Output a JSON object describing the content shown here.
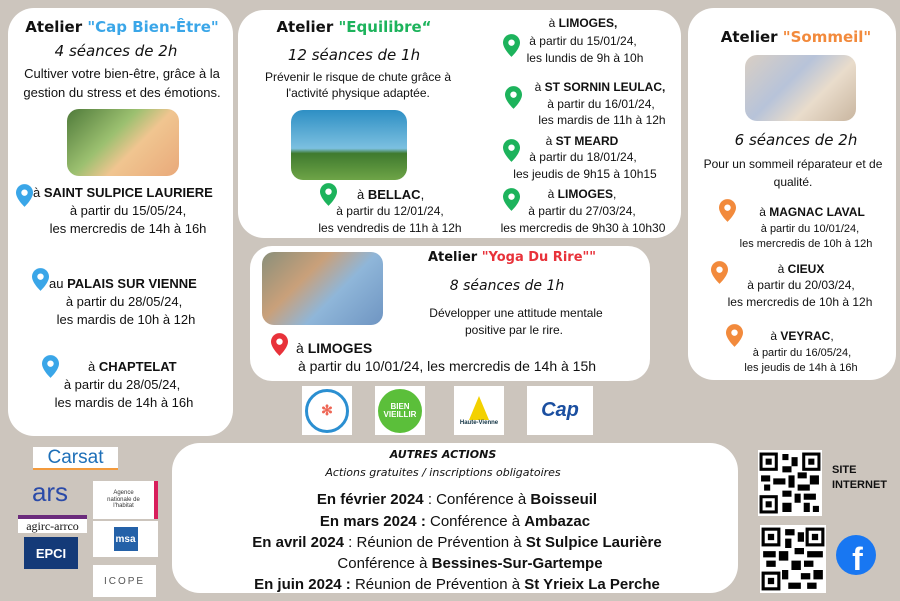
{
  "colors": {
    "background": "#ccc5bd",
    "cap": "#3aa6e8",
    "equilibre": "#1db35c",
    "sommeil": "#f28a3c",
    "yoga": "#e8323a",
    "facebook": "#1877f2"
  },
  "cap": {
    "title_prefix": "Atelier ",
    "title_name": "\"Cap Bien-Être\"",
    "sessions": "4 séances de 2h",
    "desc": [
      "Cultiver votre bien-être, grâce à la",
      "gestion du stress et des émotions."
    ],
    "locations": [
      {
        "prefix": "à ",
        "name": "SAINT SULPICE LAURIERE",
        "suffix": "",
        "start": "à partir du 15/05/24,",
        "schedule": "les mercredis de 14h à 16h"
      },
      {
        "prefix": "au ",
        "name": "PALAIS SUR VIENNE",
        "suffix": "",
        "start": "à partir du 28/05/24,",
        "schedule": "les mardis de 10h à 12h"
      },
      {
        "prefix": "à ",
        "name": "CHAPTELAT",
        "suffix": "",
        "start": "à partir du 28/05/24,",
        "schedule": "les mardis de 14h à 16h"
      }
    ]
  },
  "equilibre": {
    "title_prefix": "Atelier ",
    "title_name": "\"Equilibre“",
    "sessions": "12 séances de 1h",
    "desc": [
      "Prévenir le risque de chute grâce à",
      "l'activité physique adaptée."
    ],
    "locations": [
      {
        "prefix": "à ",
        "name": "BELLAC",
        "suffix": ",",
        "start": "à partir du 12/01/24,",
        "schedule": "les vendredis de 11h à 12h"
      },
      {
        "prefix": "à ",
        "name": "LIMOGES,",
        "suffix": "",
        "start": "à partir du 15/01/24,",
        "schedule": "les lundis de 9h à 10h"
      },
      {
        "prefix": "à ",
        "name": "ST SORNIN LEULAC,",
        "suffix": "",
        "start": "à partir du 16/01/24,",
        "schedule": "les mardis de 11h à 12h"
      },
      {
        "prefix": "à ",
        "name": "ST MEARD",
        "suffix": "",
        "start": "à partir du 18/01/24,",
        "schedule": "les jeudis de 9h15 à 10h15"
      },
      {
        "prefix": "à ",
        "name": "LIMOGES",
        "suffix": ",",
        "start": "à partir du 27/03/24,",
        "schedule": "les mercredis de 9h30 à 10h30"
      }
    ]
  },
  "sommeil": {
    "title_prefix": "Atelier ",
    "title_name": "\"Sommeil\"",
    "sessions": "6 séances de 2h",
    "desc": [
      "Pour un sommeil réparateur et de",
      "qualité."
    ],
    "locations": [
      {
        "prefix": "à ",
        "name": "MAGNAC LAVAL",
        "suffix": "",
        "start": "à partir du 10/01/24,",
        "schedule": "les mercredis de 10h à 12h"
      },
      {
        "prefix": "à ",
        "name": "CIEUX",
        "suffix": "",
        "start": "à partir du 20/03/24,",
        "schedule": "les mercredis de 10h à 12h"
      },
      {
        "prefix": "à ",
        "name": "VEYRAC",
        "suffix": ",",
        "start": "à partir du 16/05/24,",
        "schedule": "les jeudis de 14h à 16h"
      }
    ]
  },
  "yoga": {
    "title_prefix": "Atelier ",
    "title_name": "\"Yoga Du Rire\"\"",
    "sessions": "8 séances de 1h",
    "desc": [
      "Développer une attitude mentale",
      "positive par le rire."
    ],
    "location": {
      "prefix": "à ",
      "name": "LIMOGES",
      "schedule": "à partir du 10/01/24, les mercredis de 14h à 15h"
    }
  },
  "autres": {
    "title": "AUTRES ACTIONS",
    "subtitle": "Actions gratuites / inscriptions obligatoires",
    "lines": [
      {
        "date": "En février 2024",
        "sep": " : ",
        "text": "Conférence à ",
        "place": "Boisseuil"
      },
      {
        "date": "En mars 2024 :",
        "sep": " ",
        "text": "Conférence à ",
        "place": "Ambazac"
      },
      {
        "date": "En avril 2024",
        "sep": " : ",
        "text": "Réunion de Prévention à ",
        "place": "St Sulpice Laurière"
      },
      {
        "date": "",
        "sep": "",
        "text": "Conférence à ",
        "place": "Bessines-Sur-Gartempe"
      },
      {
        "date": "En juin 2024 :",
        "sep": " ",
        "text": "Réunion de Prévention à ",
        "place": "St Yrieix La Perche"
      }
    ]
  },
  "logos": {
    "carsat": "Carsat",
    "ars": "ars",
    "agirc": "agirc-arrco",
    "epci": "EPCI",
    "anah": "Agence nationale de l'habitat",
    "msa": "msa",
    "icope": "ICOPE",
    "bienvieillir": "BIEN VIEILLIR",
    "hv": "Haute-Vienne",
    "cap": "Cap"
  },
  "social": {
    "site_label": "SITE INTERNET",
    "facebook_glyph": "f"
  }
}
